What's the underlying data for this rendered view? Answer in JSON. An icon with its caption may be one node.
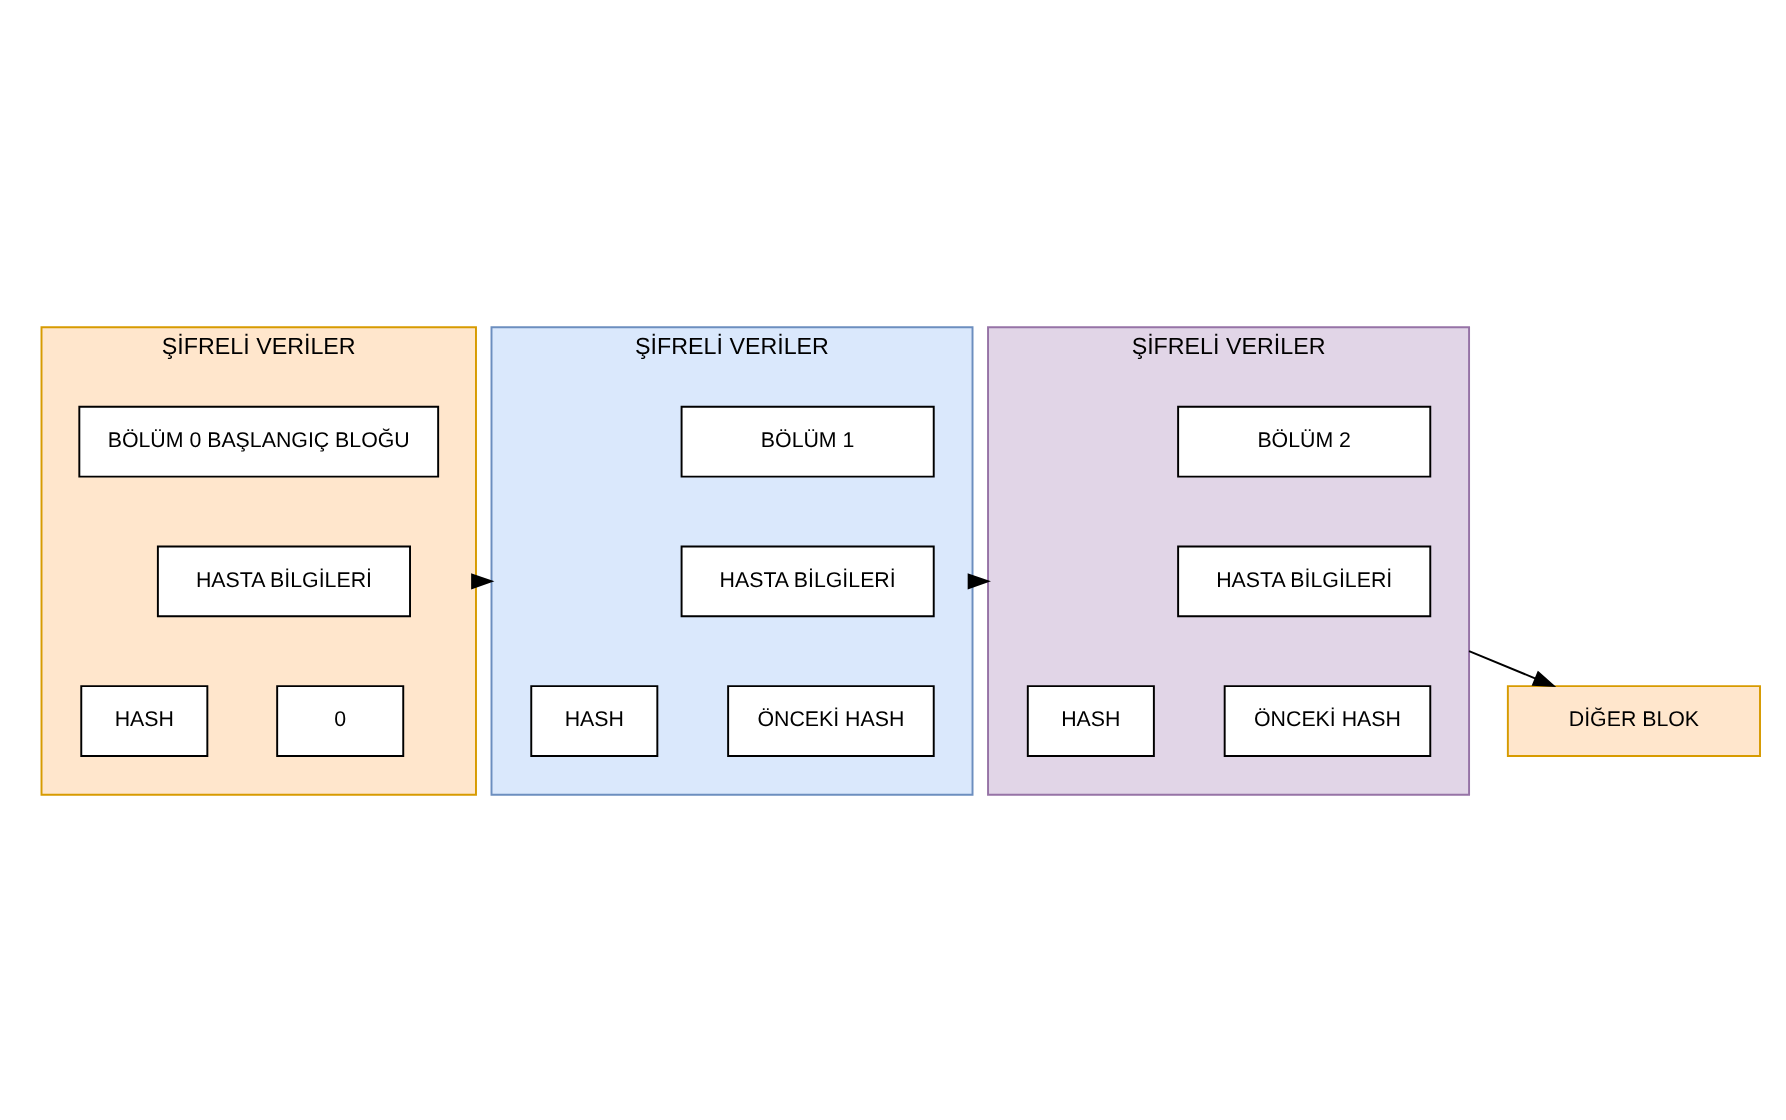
{
  "diagram": {
    "nodes": [
      {
        "text": [
          "ŞİFRELİ VERİLER"
        ]
      },
      {
        "text": [
          "BÖLÜM 0 BAŞLANGIÇ BLOĞU"
        ],
        "in": 0
      },
      {
        "text": [
          "HASTA BİLGİLERİ"
        ],
        "in": 0
      },
      {
        "text": [
          "0"
        ],
        "in": 0
      },
      {
        "text": [
          "HASH"
        ],
        "in": 0
      },
      {
        "text": [
          "ŞİFRELİ VERİLER"
        ]
      },
      {
        "text": [
          "BÖLÜM 1"
        ],
        "in": 5
      },
      {
        "text": [
          "HASTA BİLGİLERİ"
        ],
        "in": 5
      },
      {
        "text": [
          "ÖNCEKİ HASH"
        ],
        "in": 5
      },
      {
        "text": [
          "HASH"
        ],
        "in": 5
      },
      {
        "text": [
          "ŞİFRELİ VERİLER"
        ]
      },
      {
        "text": [
          "BÖLÜM 2"
        ],
        "in": 10
      },
      {
        "text": [
          "HASTA BİLGİLERİ"
        ],
        "in": 10
      },
      {
        "text": [
          "ÖNCEKİ HASH"
        ],
        "in": 10
      },
      {
        "text": [
          "HASH"
        ],
        "in": 10
      },
      {
        "text": [
          "DİĞER BLOK"
        ]
      }
    ],
    "edges": [
      {
        "from": 0,
        "to": 5,
        "arrow": "to"
      },
      {
        "from": 5,
        "to": 10,
        "arrow": "to"
      },
      {
        "from": 10,
        "to": 15,
        "arrow": "to"
      }
    ]
  }
}
